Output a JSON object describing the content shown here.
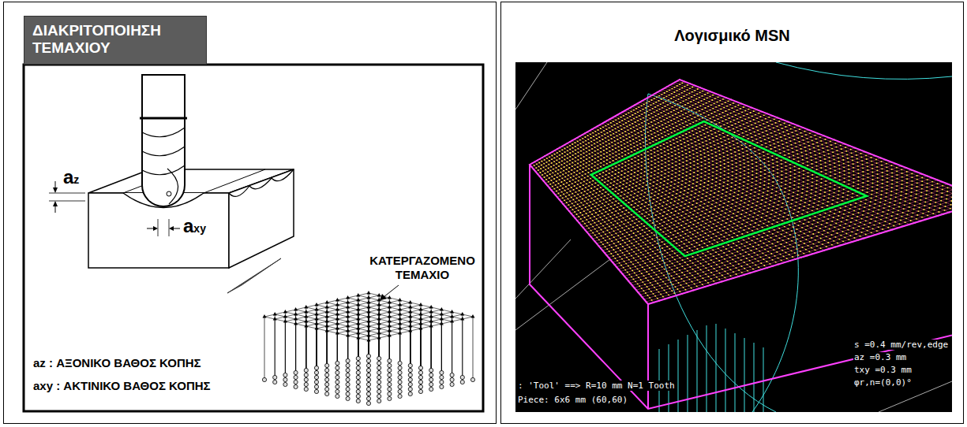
{
  "diagram": {
    "nodes": [
      {
        "text": [
          "ΔΙΑΚΡΙΤΟΠΟΙΗΣΗ ΤΕΜΑΧΙΟΥ"
        ]
      },
      {
        "text": [
          "Λογισμικό MSN"
        ]
      },
      {
        "text": [
          ": 'Tool' ==> R=10 mm N=1 Tooth",
          "Piece: 6x6 mm (60,60)",
          "s =0.4 mm/rev,edge",
          "az =0.3 mm",
          "txy =0.3 mm",
          "φr,n=(0,0)°"
        ],
        "in": 1
      }
    ],
    "labels": [
      "az",
      "axy",
      "ΚΑΤΕΡΓΑΖΟΜΕΝΟ ΤΕΜΑΧΙΟ",
      "az : ΑΞΟΝΙΚΟ ΒΑΘΟΣ ΚΟΠΗΣ",
      "axy : ΑΚΤΙΝΙΚΟ ΒΑΘΟΣ ΚΟΠΗΣ"
    ]
  }
}
